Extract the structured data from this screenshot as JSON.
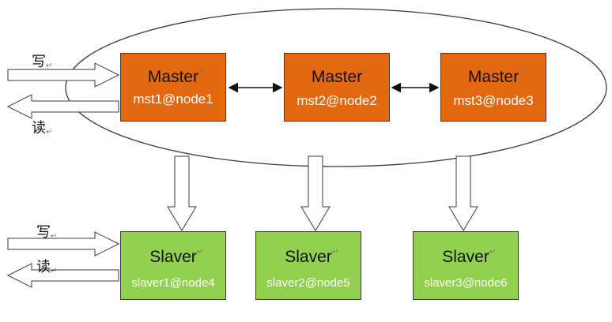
{
  "labels": {
    "write": "写",
    "read": "读",
    "para_mark": "↵"
  },
  "masters": [
    {
      "title": "Master",
      "node": "mst1@node1"
    },
    {
      "title": "Master",
      "node": "mst2@node2"
    },
    {
      "title": "Master",
      "node": "mst3@node3"
    }
  ],
  "slavers": [
    {
      "title": "Slaver",
      "node": "slaver1@node4"
    },
    {
      "title": "Slaver",
      "node": "slaver2@node5"
    },
    {
      "title": "Slaver",
      "node": "slaver3@node6"
    }
  ],
  "colors": {
    "master": "#e3680f",
    "slaver": "#92d050",
    "stroke": "#3b3b3b"
  }
}
